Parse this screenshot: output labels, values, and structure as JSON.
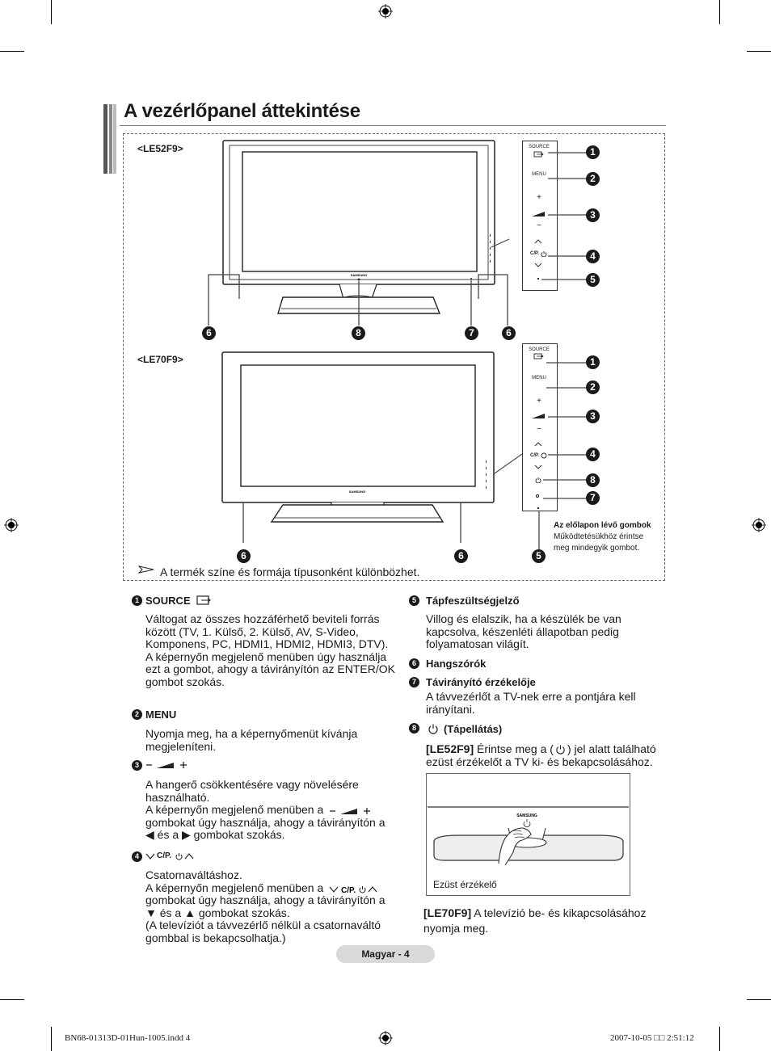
{
  "title": "A vezérlőpanel áttekintése",
  "models": {
    "le52": "<LE52F9>",
    "le70": "<LE70F9>"
  },
  "tv_brand": "SAMSUNG",
  "panel_labels": {
    "source": "SOURCE",
    "menu": "MENU",
    "plus": "+",
    "minus": "−",
    "cp": "C/P."
  },
  "callouts": {
    "le52_right": [
      "1",
      "2",
      "3",
      "4",
      "5"
    ],
    "le52_bottom": [
      "6",
      "8",
      "7",
      "6"
    ],
    "le70_right": [
      "1",
      "2",
      "3",
      "4",
      "8",
      "7"
    ],
    "le70_bottom": [
      "6",
      "6",
      "5"
    ]
  },
  "front_note": {
    "bold": "Az előlapon lévő gombok",
    "line1": "Működtetésükhöz érintse",
    "line2": "meg mindegyik gombot."
  },
  "note": "A termék színe és formája típusonként különbözhet.",
  "items_left": [
    {
      "num": "1",
      "heading": "SOURCE",
      "lines": [
        "Váltogat az összes hozzáférhető beviteli forrás",
        "között  (TV, 1. Külső, 2. Külső, AV, S-Video,",
        "Komponens, PC, HDMI1, HDMI2, HDMI3, DTV).",
        "A képernyőn megjelenő menüben úgy használja",
        "ezt  a gombot, ahogy a távirányítón az ENTER/OK",
        "gombot szokás."
      ]
    },
    {
      "num": "2",
      "heading": "MENU",
      "lines": [
        "Nyomja meg, ha a képernyőmenüt kívánja",
        "megjeleníteni."
      ]
    },
    {
      "num": "3",
      "heading": "",
      "lines": [
        "A hangerő csökkentésére vagy növelésére",
        "használható.",
        "A képernyőn megjelenő menüben a",
        "gombokat úgy használja, ahogy a távirányítón a",
        "◀ és a ▶ gombokat szokás."
      ]
    },
    {
      "num": "4",
      "heading": "C/P.",
      "lines": [
        "Csatornaváltáshoz.",
        "A képernyőn megjelenő menüben a",
        "gombokat úgy használja, ahogy a távirányítón a",
        "▼ és a ▲ gombokat szokás.",
        "(A televíziót a távvezérlő nélkül a csatornaváltó",
        "gombbal is bekapcsolhatja.)"
      ]
    }
  ],
  "items_right": [
    {
      "num": "5",
      "heading": "Tápfeszültségjelző",
      "lines": [
        "Villog és elalszik, ha a készülék be van",
        "kapcsolva, készenléti állapotban pedig",
        "folyamatosan világít."
      ]
    },
    {
      "num": "6",
      "heading": "Hangszórók",
      "lines": []
    },
    {
      "num": "7",
      "heading": "Távirányító érzékelője",
      "lines": [
        "A távvezérlőt a TV-nek erre a pontjára kell",
        "irányítani."
      ]
    },
    {
      "num": "8",
      "heading": "(Tápellátás)",
      "lines": []
    }
  ],
  "power_le52": {
    "bold": "[LE52F9]",
    "line1": " Érintse meg a (",
    "line1b": ") jel alatt található",
    "line2": "ezüst érzékelőt a TV ki- és bekapcsolásához."
  },
  "sensor_caption": "Ezüst érzékelő",
  "power_le70": {
    "bold": "[LE70F9]",
    "line1": " A televízió be- és kikapcsolásához",
    "line2": "nyomja meg."
  },
  "footer": "Magyar -  4",
  "file_meta": "BN68-01313D-01Hun-1005.indd   4",
  "date_meta": "2007-10-05   □□ 2:51:12"
}
